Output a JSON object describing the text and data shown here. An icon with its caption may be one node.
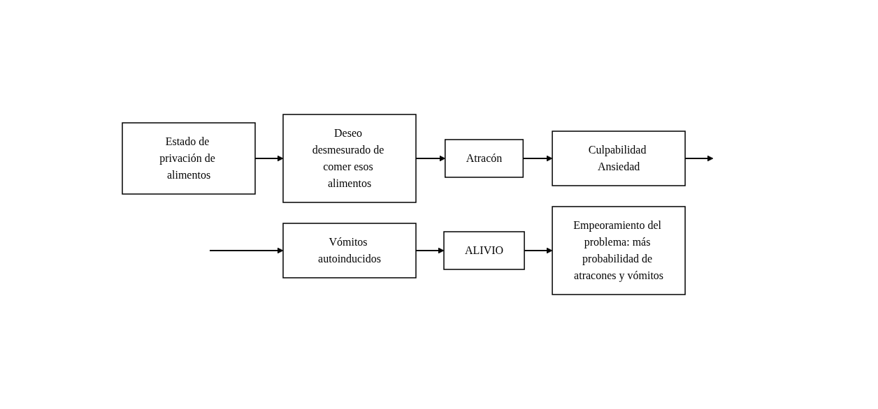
{
  "diagram": {
    "nodes": [
      {
        "text": [
          "Estado de privación de alimentos"
        ]
      },
      {
        "text": [
          "Deseo desmesurado de comer esos alimentos"
        ]
      },
      {
        "text": [
          "Atracón"
        ]
      },
      {
        "text": [
          "Culpabilidad Ansiedad"
        ]
      },
      {
        "text": [
          "Vómitos autoinducidos"
        ]
      },
      {
        "text": [
          "ALIVIO"
        ]
      },
      {
        "text": [
          "Empeoramiento del problema: más probabilidad de atracones y vómitos"
        ]
      }
    ],
    "edges": [
      {
        "from": 0,
        "to": 1,
        "arrow": "to"
      },
      {
        "from": 1,
        "to": 2,
        "arrow": "to"
      },
      {
        "from": 2,
        "to": 3,
        "arrow": "to"
      },
      {
        "from": 3,
        "to": null,
        "arrow": "to"
      },
      {
        "from": null,
        "to": 4,
        "arrow": "to"
      },
      {
        "from": 4,
        "to": 5,
        "arrow": "to"
      },
      {
        "from": 5,
        "to": 6,
        "arrow": "to"
      }
    ]
  }
}
